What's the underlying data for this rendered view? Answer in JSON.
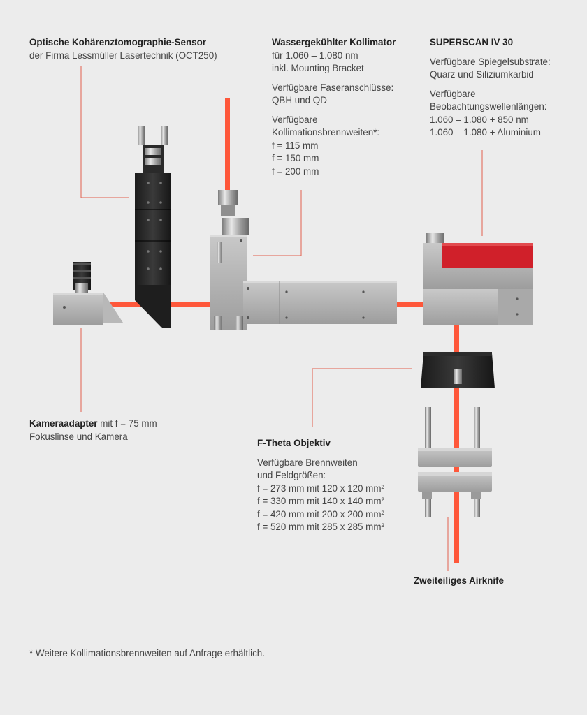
{
  "colors": {
    "background": "#ececec",
    "laser": "#ff4a2a",
    "leader": "#e2614e",
    "accent_red": "#d0202a"
  },
  "sensor": {
    "title": "Optische Kohärenztomographie-Sensor",
    "line1": "der Firma Lessmüller Lasertechnik (OCT250)"
  },
  "kollimator": {
    "title": "Wassergekühlter Kollimator",
    "lines": [
      "für 1.060 – 1.080 nm",
      "inkl. Mounting Bracket"
    ],
    "fiber_title": "Verfügbare Faseranschlüsse:",
    "fiber_value": "QBH und QD",
    "focal_title_1": "Verfügbare",
    "focal_title_2": "Kollimationsbrennweiten*:",
    "focal_values": [
      "f = 115 mm",
      "f = 150 mm",
      "f = 200 mm"
    ]
  },
  "superscan": {
    "title": "SUPERSCAN IV 30",
    "substrates_title": "Verfügbare Spiegelsubstrate:",
    "substrates_value": "Quarz und Siliziumkarbid",
    "wavelength_title_1": "Verfügbare",
    "wavelength_title_2": "Beobachtungswellenlängen:",
    "wavelength_values": [
      "1.060 – 1.080 + 850 nm",
      "1.060 – 1.080 + Aluminium"
    ]
  },
  "kamera": {
    "title": "Kameraadapter",
    "title_rest": " mit f = 75 mm",
    "line2": "Fokuslinse und Kamera"
  },
  "ftheta": {
    "title": "F-Theta Objektiv",
    "sub1": "Verfügbare Brennweiten",
    "sub2": "und Feldgrößen:",
    "values": [
      "f = 273 mm mit 120 x 120 mm²",
      "f = 330 mm mit 140 x 140 mm²",
      "f = 420 mm mit 200 x 200 mm²",
      "f = 520 mm mit 285 x 285 mm²"
    ]
  },
  "airknife": {
    "title": "Zweiteiliges Airknife"
  },
  "footnote": "* Weitere Kollimationsbrennweiten auf Anfrage erhältlich."
}
